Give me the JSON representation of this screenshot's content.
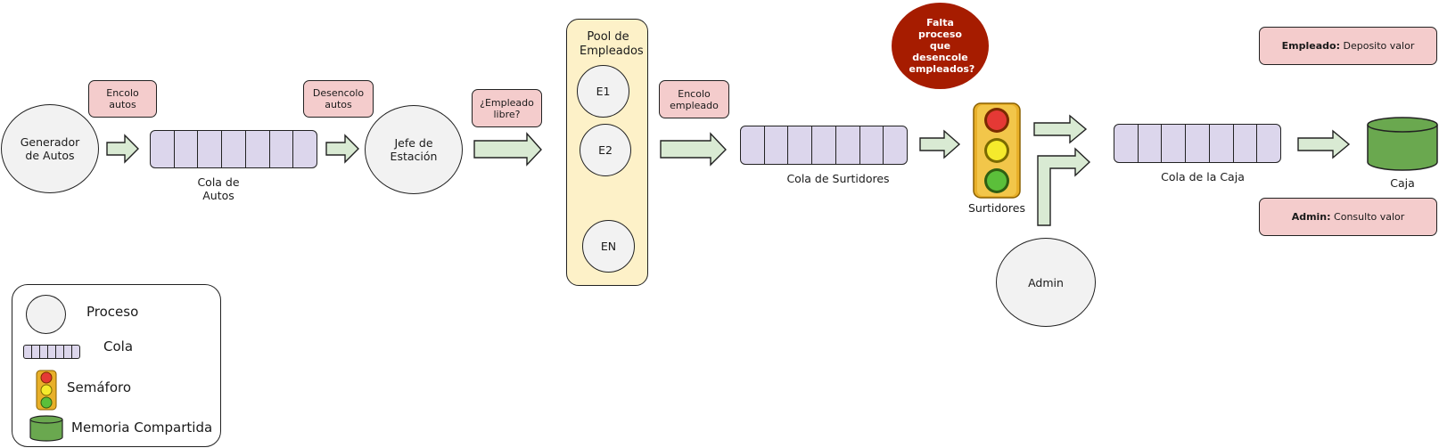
{
  "processes": {
    "generator": "Generador de Autos",
    "boss": "Jefe de Estación",
    "e1": "E1",
    "e2": "E2",
    "en": "EN",
    "admin": "Admin"
  },
  "notes": {
    "enqueue_cars": "Encolo autos",
    "dequeue_cars": "Desencolo autos",
    "employee_free": "¿Empleado libre?",
    "enqueue_employee": "Encolo empleado",
    "employee_role": "Empleado:",
    "employee_action": "Deposito valor",
    "admin_role": "Admin:",
    "admin_action": "Consulto valor"
  },
  "queues": {
    "cars": "Cola de Autos",
    "pumps": "Cola de Surtidores",
    "cashier": "Cola de la Caja"
  },
  "pool": {
    "title": "Pool de Empleados"
  },
  "warning": {
    "text": "Falta proceso que desencole empleados?"
  },
  "semaphore": {
    "label": "Surtidores",
    "icon": "traffic-light-icon"
  },
  "shared_memory": {
    "label": "Caja",
    "icon": "cylinder-icon"
  },
  "legend": {
    "process": "Proceso",
    "queue": "Cola",
    "semaphore": "Semáforo",
    "shared_memory": "Memoria Compartida"
  },
  "colors": {
    "process_fill": "#f2f2f2",
    "note_fill": "#f4cccc",
    "queue_fill": "#dcd6ec",
    "arrow_fill": "#d9ead3",
    "pool_fill": "#fdf1c8",
    "warning_fill": "#a61c00",
    "memory_fill": "#6aa84f"
  }
}
